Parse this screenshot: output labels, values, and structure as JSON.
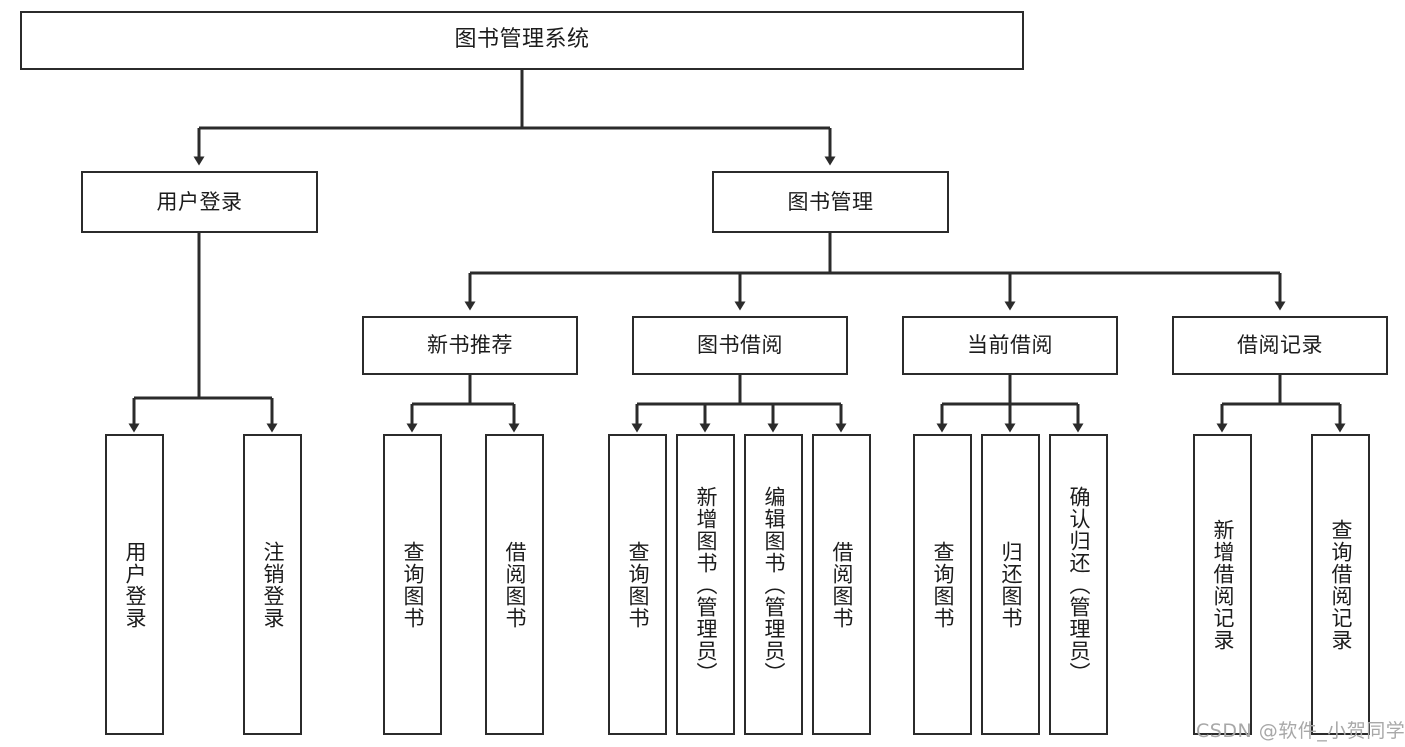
{
  "diagram": {
    "type": "tree-hierarchy-chart",
    "title_node": "图书管理系统",
    "stroke_color": "#2b2b2b",
    "text_color": "#1c1c1c",
    "background": "#ffffff",
    "nodes": {
      "root": {
        "label": "图书管理系统"
      },
      "level2": [
        {
          "id": "user-login",
          "label": "用户登录"
        },
        {
          "id": "book-manage",
          "label": "图书管理"
        }
      ],
      "level3": [
        {
          "id": "new-book-recommend",
          "label": "新书推荐"
        },
        {
          "id": "book-borrow",
          "label": "图书借阅"
        },
        {
          "id": "current-borrow",
          "label": "当前借阅"
        },
        {
          "id": "borrow-record",
          "label": "借阅记录"
        }
      ],
      "leaves": {
        "user_login": [
          {
            "id": "leaf-user-login",
            "label": "用户登录"
          },
          {
            "id": "leaf-logout-login",
            "label": "注销登录"
          }
        ],
        "new_book_recommend": [
          {
            "id": "leaf-query-book-1",
            "label": "查询图书"
          },
          {
            "id": "leaf-borrow-book-1",
            "label": "借阅图书"
          }
        ],
        "book_borrow": [
          {
            "id": "leaf-query-book-2",
            "label": "查询图书"
          },
          {
            "id": "leaf-add-book",
            "label": "新增图书（管理员）"
          },
          {
            "id": "leaf-edit-book",
            "label": "编辑图书（管理员）"
          },
          {
            "id": "leaf-borrow-book-2",
            "label": "借阅图书"
          }
        ],
        "current_borrow": [
          {
            "id": "leaf-query-book-3",
            "label": "查询图书"
          },
          {
            "id": "leaf-return-book",
            "label": "归还图书"
          },
          {
            "id": "leaf-confirm-return",
            "label": "确认归还（管理员）"
          }
        ],
        "borrow_record": [
          {
            "id": "leaf-add-borrow-record",
            "label": "新增借阅记录"
          },
          {
            "id": "leaf-query-borrow-record",
            "label": "查询借阅记录"
          }
        ]
      }
    },
    "watermark": "CSDN @软件_小贺同学"
  }
}
